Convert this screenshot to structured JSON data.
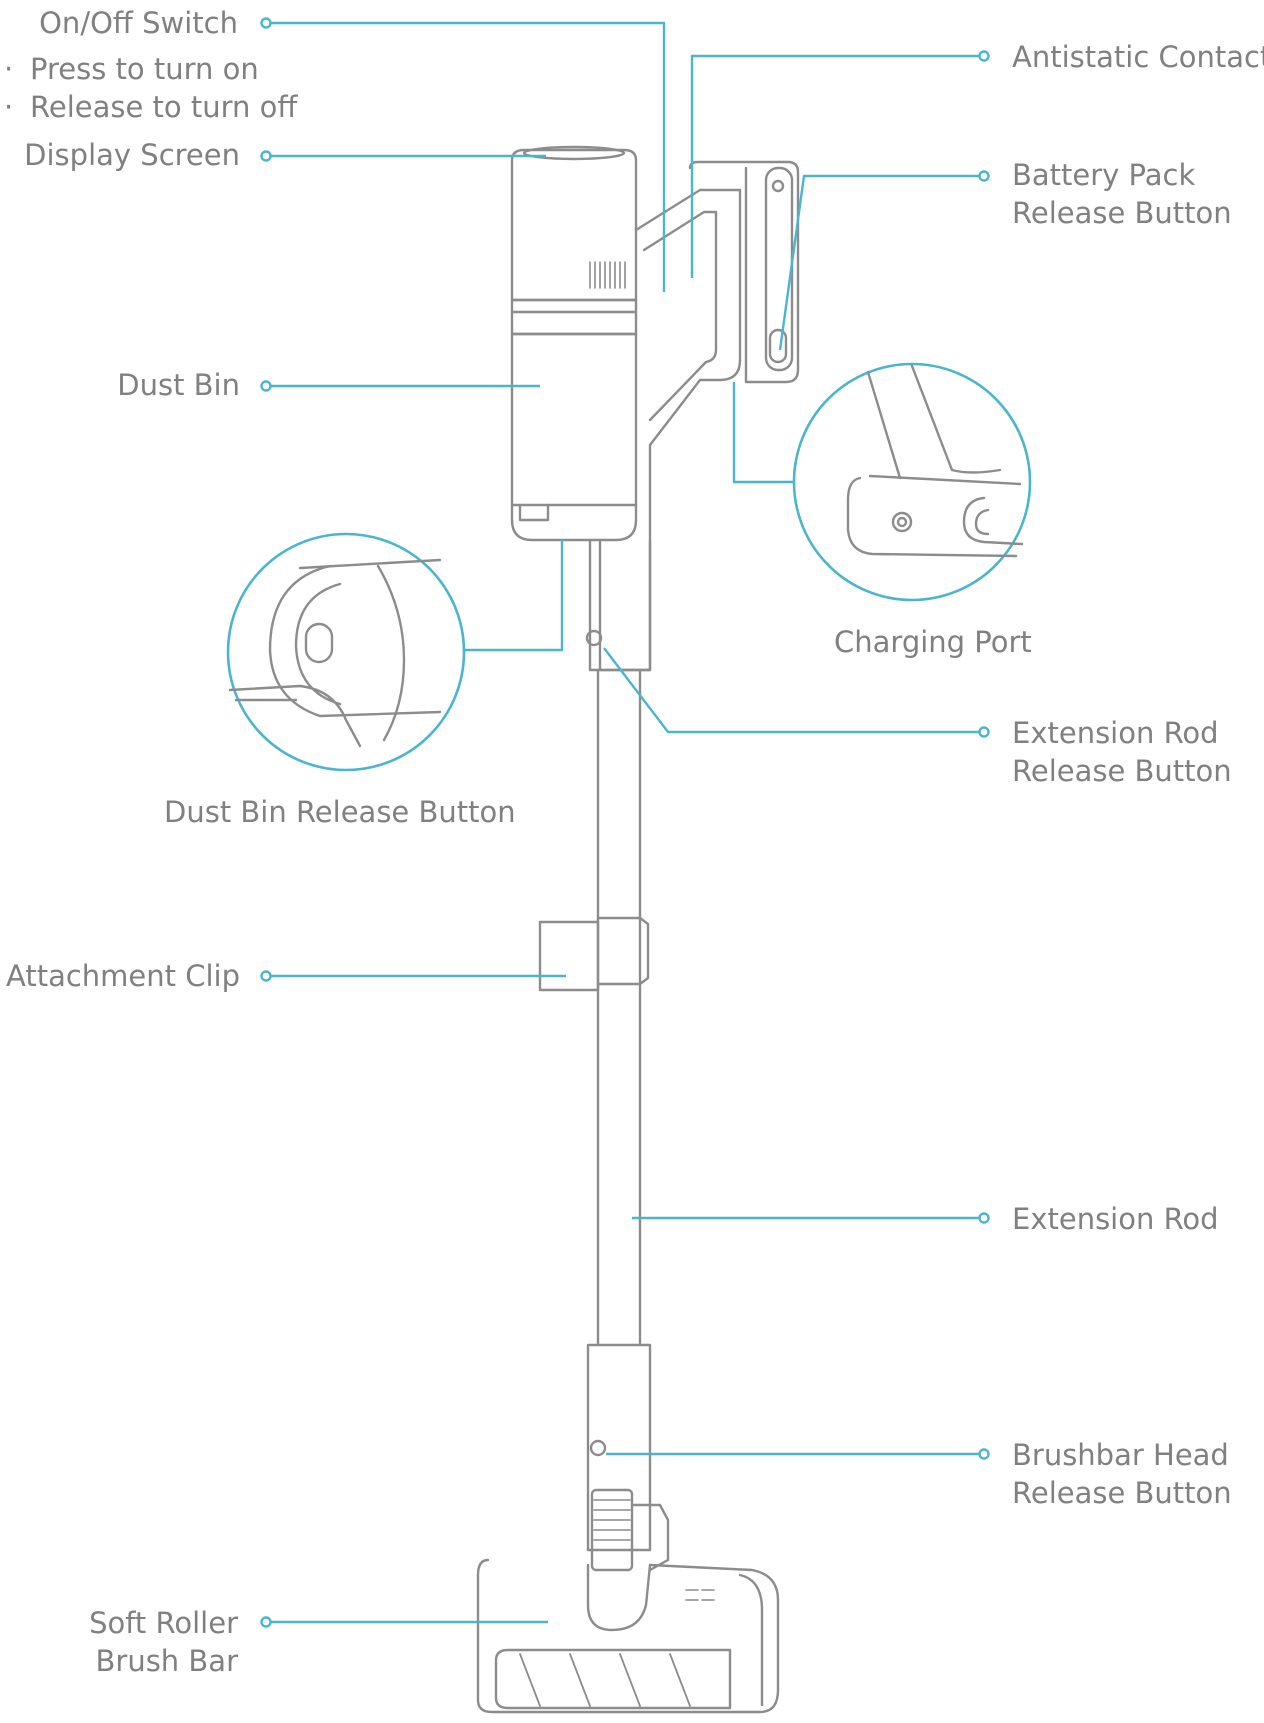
{
  "colors": {
    "leader": "#4ab5cc",
    "outline": "#8c8c8c",
    "label_text": "#808080"
  },
  "labels": {
    "on_off_switch": "On/Off Switch",
    "press_on": "Press to turn on",
    "release_off": "Release to turn off",
    "display_screen": "Display Screen",
    "dust_bin": "Dust Bin",
    "dust_bin_release": "Dust Bin Release Button",
    "attachment_clip": "Attachment Clip",
    "soft_roller_1": "Soft Roller",
    "soft_roller_2": "Brush Bar",
    "antistatic_contact": "Antistatic Contact",
    "battery_release_1": "Battery Pack",
    "battery_release_2": "Release Button",
    "charging_port": "Charging Port",
    "extension_release_1": "Extension Rod",
    "extension_release_2": "Release Button",
    "extension_rod": "Extension Rod",
    "brushbar_release_1": "Brushbar Head",
    "brushbar_release_2": "Release Button"
  },
  "icons": {
    "bullet": "bullet-dot-icon"
  }
}
